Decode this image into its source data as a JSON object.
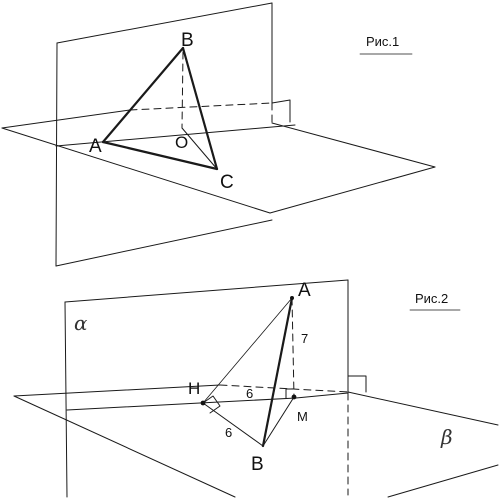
{
  "figure1": {
    "caption": "Рис.1",
    "points": {
      "A": "A",
      "B": "B",
      "C": "C",
      "O": "O"
    }
  },
  "figure2": {
    "caption": "Рис.2",
    "points": {
      "A": "A",
      "B": "B",
      "H": "H",
      "M": "M"
    },
    "measures": {
      "AM": "7",
      "HM": "6",
      "HB": "6"
    },
    "planes": {
      "alpha": "α",
      "beta": "β"
    }
  }
}
